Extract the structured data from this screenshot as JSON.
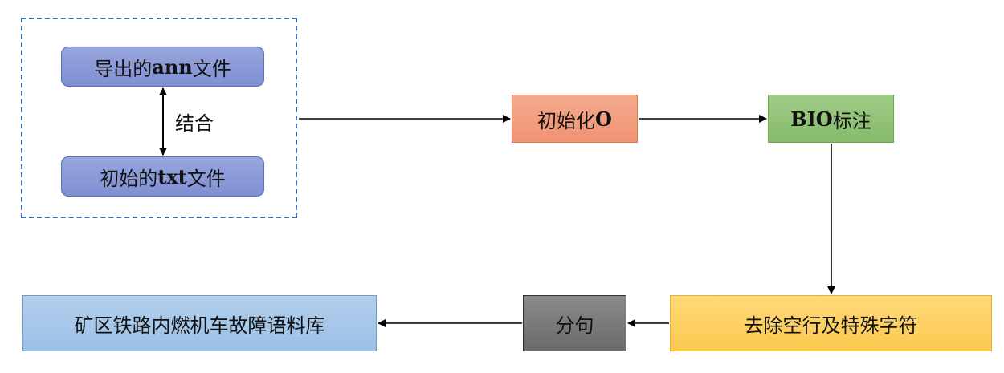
{
  "group_top": {
    "export_part1": "导出的",
    "export_bold": "ann",
    "export_part2": "文件",
    "combine_label": "结合",
    "txt_part1": "初始的",
    "txt_bold": "txt",
    "txt_part2": "文件"
  },
  "flow": {
    "init_part1": "初始化",
    "init_bold": "O",
    "bio_bold": "BIO",
    "bio_part2": "标注",
    "clean": "去除空行及特殊字符",
    "split": "分句",
    "corpus": "矿区铁路内燃机车故障语料库"
  }
}
